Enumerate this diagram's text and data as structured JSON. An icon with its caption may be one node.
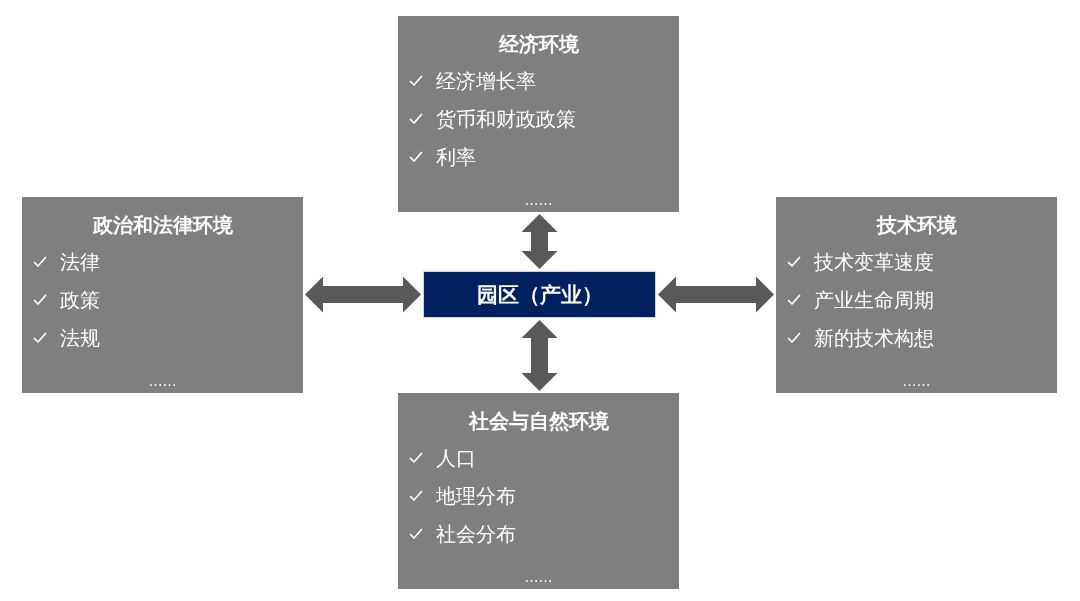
{
  "diagram": {
    "nodes": [
      {
        "text": [
          "经济环境",
          "经济增长率",
          "货币和财政政策",
          "利率",
          "……"
        ]
      },
      {
        "text": [
          "政治和法律环境",
          "法律",
          "政策",
          "法规",
          "……"
        ]
      },
      {
        "text": [
          "园区（产业）"
        ]
      },
      {
        "text": [
          "技术环境",
          "技术变革速度",
          "产业生命周期",
          "新的技术构想",
          "……"
        ]
      },
      {
        "text": [
          "社会与自然环境",
          "人口",
          "地理分布",
          "社会分布",
          "……"
        ]
      }
    ],
    "edges": [
      {
        "from": 2,
        "to": 0,
        "arrow": "both"
      },
      {
        "from": 2,
        "to": 1,
        "arrow": "both"
      },
      {
        "from": 2,
        "to": 3,
        "arrow": "both"
      },
      {
        "from": 2,
        "to": 4,
        "arrow": "both"
      }
    ]
  }
}
